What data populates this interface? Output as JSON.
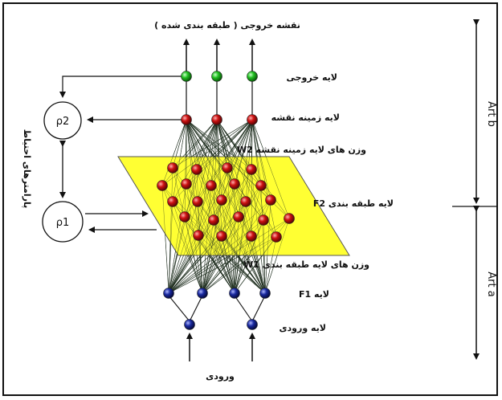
{
  "labels": {
    "output_map": "نقشه خروجی ( طبقه بندی شده )",
    "output_layer": "لایه خروجی",
    "map_field_layer": "لایه زمینه نقشه",
    "w2": "W2  وزن های لایه زمینه نقشه",
    "f2": "F2  لایه طبقه بندی",
    "w1": "W1  وزن های لایه طبقه بندی",
    "f1": "F1  لایه",
    "input_layer": "لایه ورودی",
    "input": "ورودی",
    "vigilance": "پارامترهای احتیاط",
    "rho2": "ρ2",
    "rho1": "ρ1",
    "art_b": "Art b",
    "art_a": "Art a"
  },
  "colors": {
    "output_node": "#22b022",
    "map_node": "#cc1111",
    "f2_node": "#cc1111",
    "f1_node": "#1a2aa0",
    "plane": "#ffff33",
    "plane_edge": "#444444",
    "line": "#222222"
  }
}
